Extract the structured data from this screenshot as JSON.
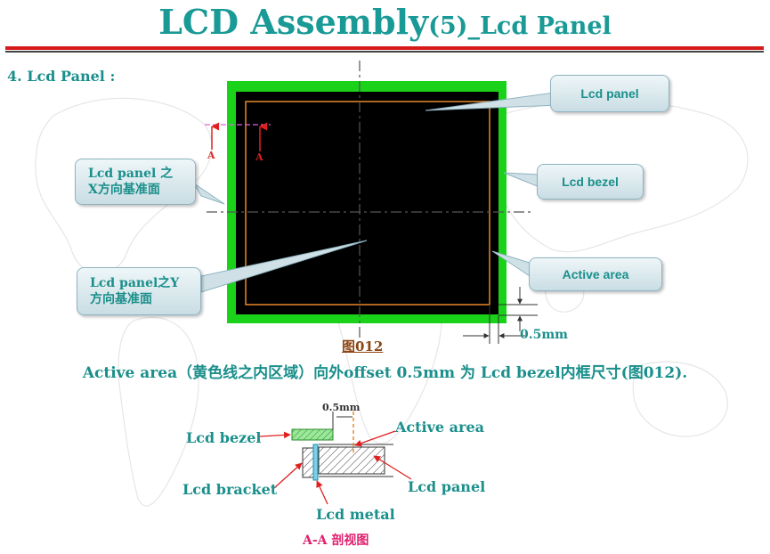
{
  "header": {
    "title_main": "LCD  Assembly",
    "title_num": "(5)",
    "title_sub": "_Lcd Panel"
  },
  "section_label": "4. Lcd Panel :",
  "front_view": {
    "section_marker": "A",
    "callouts": {
      "lcd_panel": "Lcd panel",
      "lcd_bezel": "Lcd bezel",
      "active_area": "Active area",
      "x_datum_line1": "Lcd panel 之",
      "x_datum_line2": "X方向基准面",
      "y_datum_line1": "Lcd panel之Y",
      "y_datum_line2": "方向基准面"
    },
    "offset_dim": "0.5mm",
    "figure_label": "图012"
  },
  "caption": "Active area（黄色线之内区域）向外offset 0.5mm 为 Lcd bezel内框尺寸(图012).",
  "section_view": {
    "dim": "0.5mm",
    "labels": {
      "lcd_bezel": "Lcd bezel",
      "active_area": "Active area",
      "lcd_bracket": "Lcd bracket",
      "lcd_panel": "Lcd panel",
      "lcd_metal": "Lcd metal"
    },
    "title": "A-A 剖视图"
  },
  "colors": {
    "teal": "#1a9a96",
    "bezel_green": "#19d219",
    "active_orange": "#e8882a",
    "red": "#e02020",
    "magenta": "#e0206e"
  }
}
